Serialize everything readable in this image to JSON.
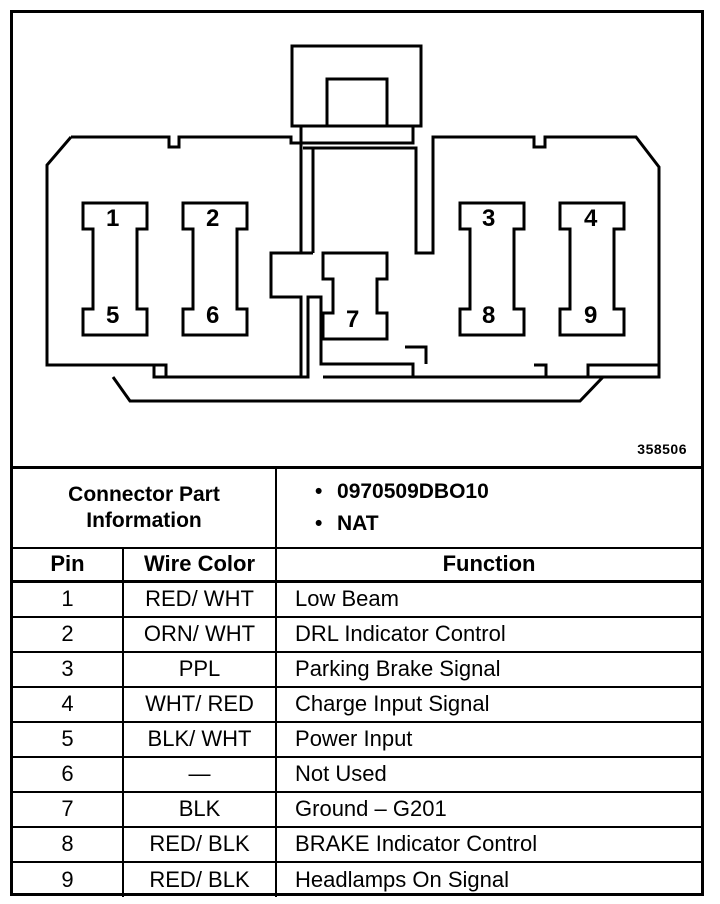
{
  "figure_number": "358506",
  "pins": [
    {
      "number": "1"
    },
    {
      "number": "2"
    },
    {
      "number": "3"
    },
    {
      "number": "4"
    },
    {
      "number": "5"
    },
    {
      "number": "6"
    },
    {
      "number": "7"
    },
    {
      "number": "8"
    },
    {
      "number": "9"
    }
  ],
  "connector_info": {
    "label": "Connector Part Information",
    "items": [
      "0970509DBO10",
      "NAT"
    ]
  },
  "table": {
    "headers": {
      "pin": "Pin",
      "wire_color": "Wire Color",
      "function": "Function"
    },
    "rows": [
      {
        "pin": "1",
        "wire_color": "RED/ WHT",
        "function": "Low Beam"
      },
      {
        "pin": "2",
        "wire_color": "ORN/ WHT",
        "function": "DRL Indicator Control"
      },
      {
        "pin": "3",
        "wire_color": "PPL",
        "function": "Parking Brake Signal"
      },
      {
        "pin": "4",
        "wire_color": "WHT/ RED",
        "function": "Charge Input Signal"
      },
      {
        "pin": "5",
        "wire_color": "BLK/ WHT",
        "function": "Power Input"
      },
      {
        "pin": "6",
        "wire_color": "—",
        "function": "Not Used"
      },
      {
        "pin": "7",
        "wire_color": "BLK",
        "function": "Ground – G201"
      },
      {
        "pin": "8",
        "wire_color": "RED/ BLK",
        "function": "BRAKE Indicator Control"
      },
      {
        "pin": "9",
        "wire_color": "RED/ BLK",
        "function": "Headlamps On Signal"
      }
    ]
  }
}
